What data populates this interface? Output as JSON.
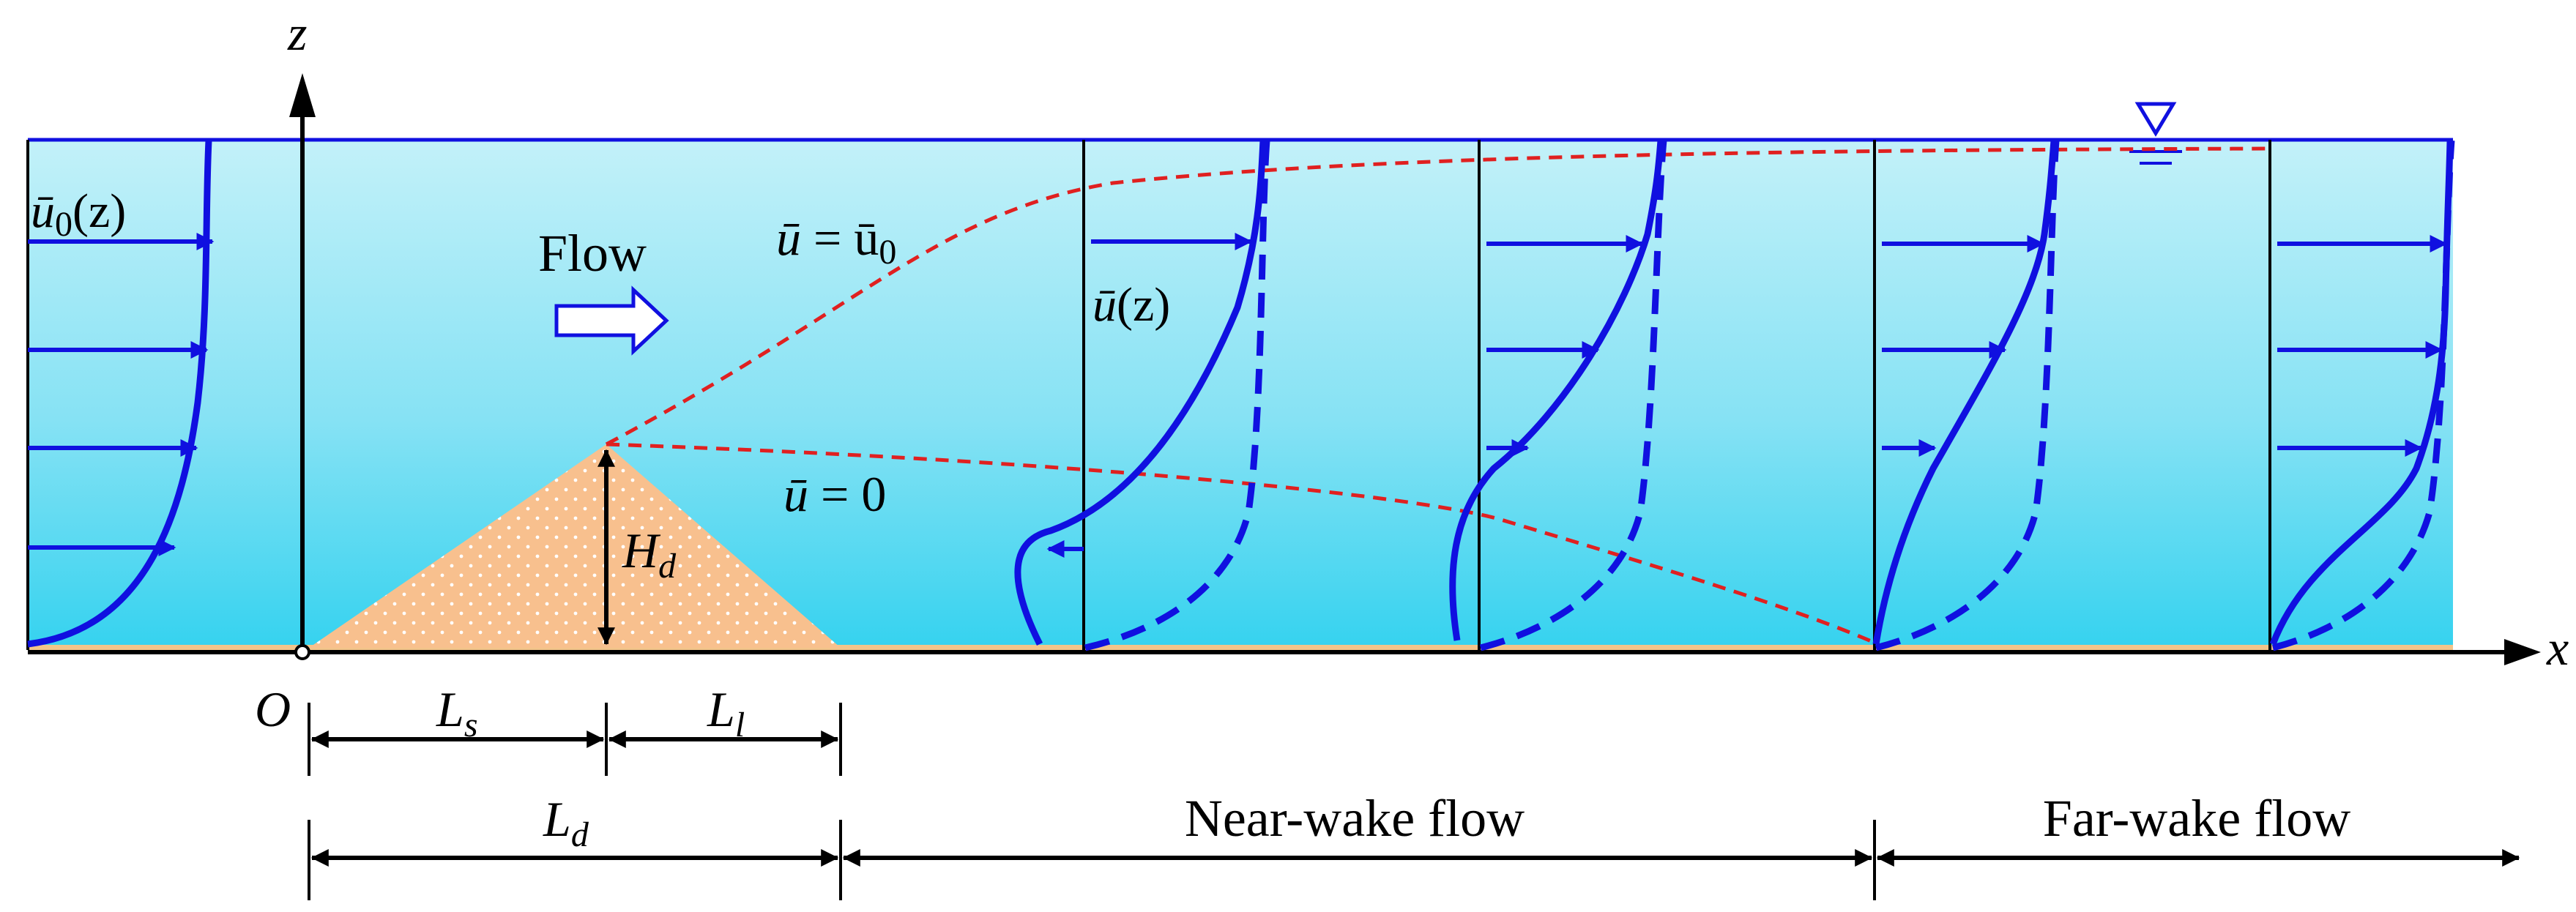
{
  "axes": {
    "vertical_label": "z",
    "horizontal_label": "x",
    "origin_label": "O"
  },
  "inflow": {
    "symbol": "ū",
    "subscript": "0",
    "argument": "(z)"
  },
  "flow": {
    "label": "Flow"
  },
  "boundaries": {
    "outer": {
      "lhs": "ū",
      "op": " = ū",
      "subscript": "0"
    },
    "inner": {
      "lhs": "ū",
      "op": " = 0"
    }
  },
  "profile_label": {
    "symbol": "ū",
    "argument": "(z)"
  },
  "dune": {
    "height": {
      "base": "H",
      "subscript": "d"
    }
  },
  "dimensions": {
    "stoss": {
      "base": "L",
      "subscript": "s"
    },
    "lee": {
      "base": "L",
      "subscript": "l"
    },
    "dune_length": {
      "base": "L",
      "subscript": "d"
    }
  },
  "regions": {
    "near_wake": "Near-wake flow",
    "far_wake": "Far-wake flow"
  },
  "colors": {
    "water_top": "#bff0f8",
    "water_bottom": "#35d2ef",
    "dune_fill": "#f8c08e",
    "velocity_blue": "#1010e0",
    "boundary_red": "#e02020",
    "bed": "#f2c48a"
  },
  "icons": {
    "water_surface": "inverted-triangle-icon",
    "flow_arrow": "hollow-arrow-icon"
  }
}
